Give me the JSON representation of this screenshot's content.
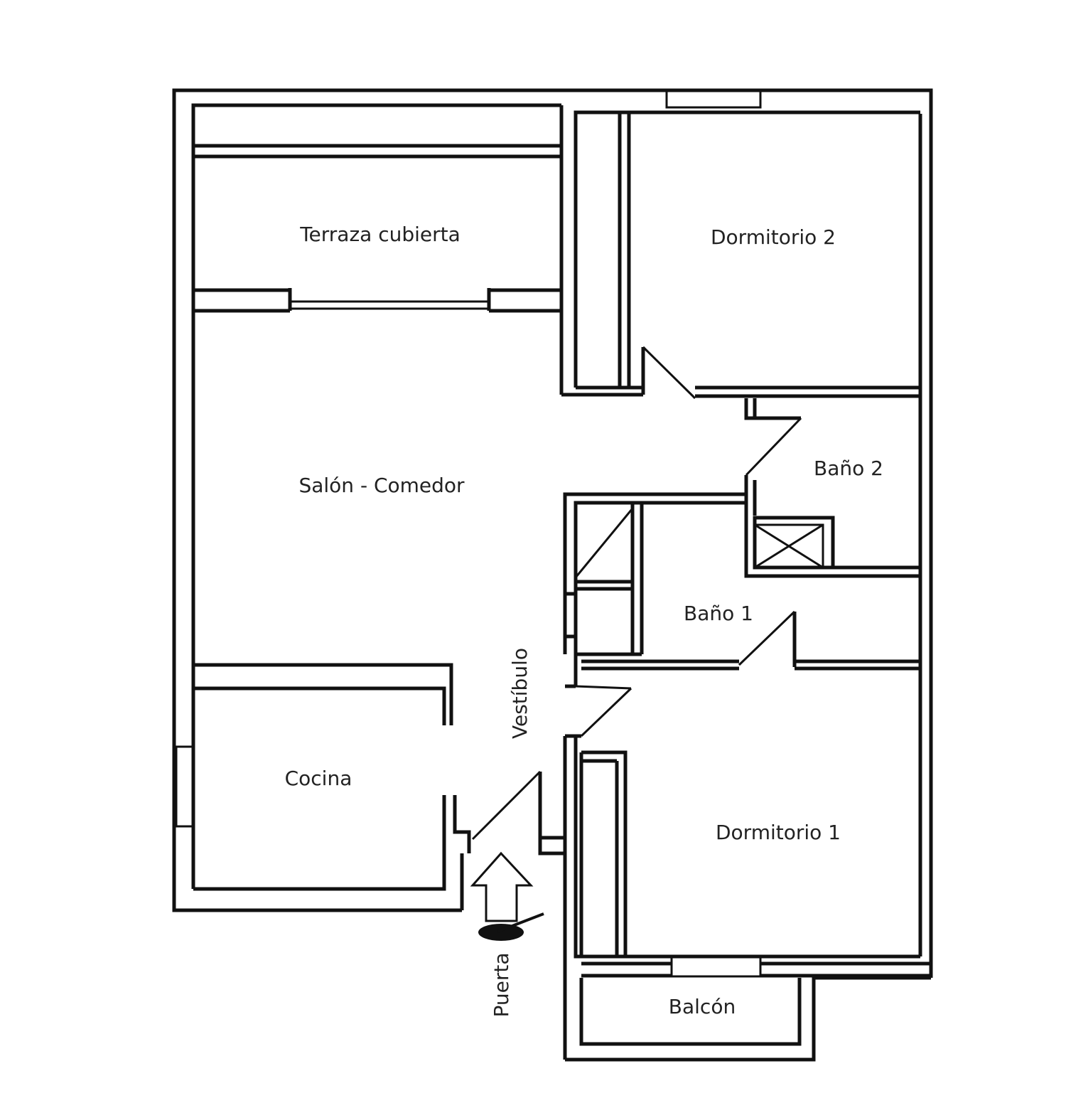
{
  "colors": {
    "background": "#ffffff",
    "lines": "#111111",
    "text": "#222222",
    "scribble": "#111111"
  },
  "rooms": {
    "terraza": "Terraza cubierta",
    "dormitorio2": "Dormitorio 2",
    "salon": "Salón - Comedor",
    "bano2": "Baño 2",
    "bano1": "Baño 1",
    "vestibulo": "Vestíbulo",
    "cocina": "Cocina",
    "dormitorio1": "Dormitorio 1",
    "puerta": "Puerta",
    "balcon": "Balcón"
  },
  "icons": {
    "entrance_arrow": "up-arrow-icon",
    "ventilation_shaft": "cross-box-icon"
  }
}
